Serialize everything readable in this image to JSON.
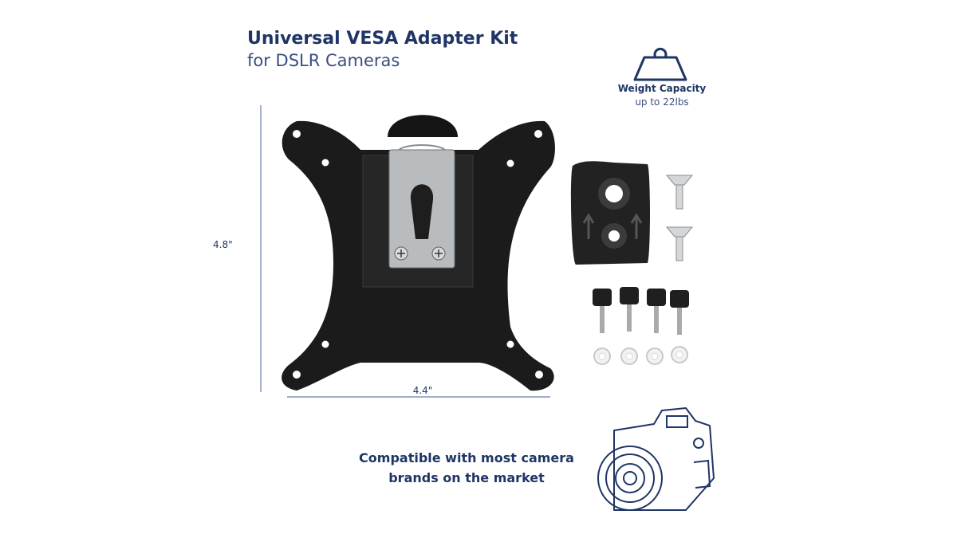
{
  "header": {
    "title": "Universal VESA Adapter Kit",
    "subtitle": "for DSLR Cameras"
  },
  "weight_capacity": {
    "label": "Weight Capacity",
    "value": "up to 22lbs",
    "icon": "weight-icon"
  },
  "dimensions": {
    "height": "4.8\"",
    "width": "4.4\""
  },
  "compatibility": {
    "line1": "Compatible with most camera",
    "line2": "brands on the market",
    "icon": "camera-icon"
  },
  "colors": {
    "brand_navy": "#1f3566",
    "plate_black": "#1b1b1b"
  }
}
